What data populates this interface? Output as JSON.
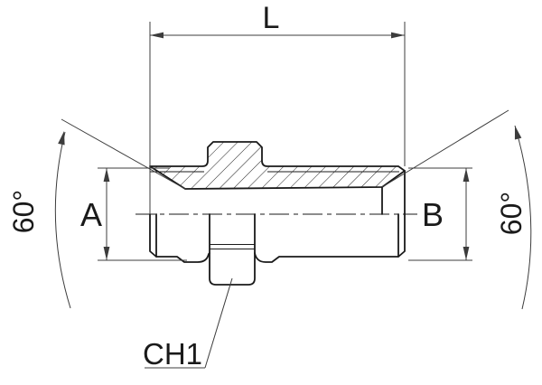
{
  "drawing": {
    "labels": {
      "length": "L",
      "side_left": "A",
      "side_right": "B",
      "hex_size": "CH1",
      "cone_angle_left": "60°",
      "cone_angle_right": "60°"
    },
    "colors": {
      "outline": "#1a1a1a",
      "dimension": "#3c3c3c",
      "background": "#ffffff"
    }
  }
}
